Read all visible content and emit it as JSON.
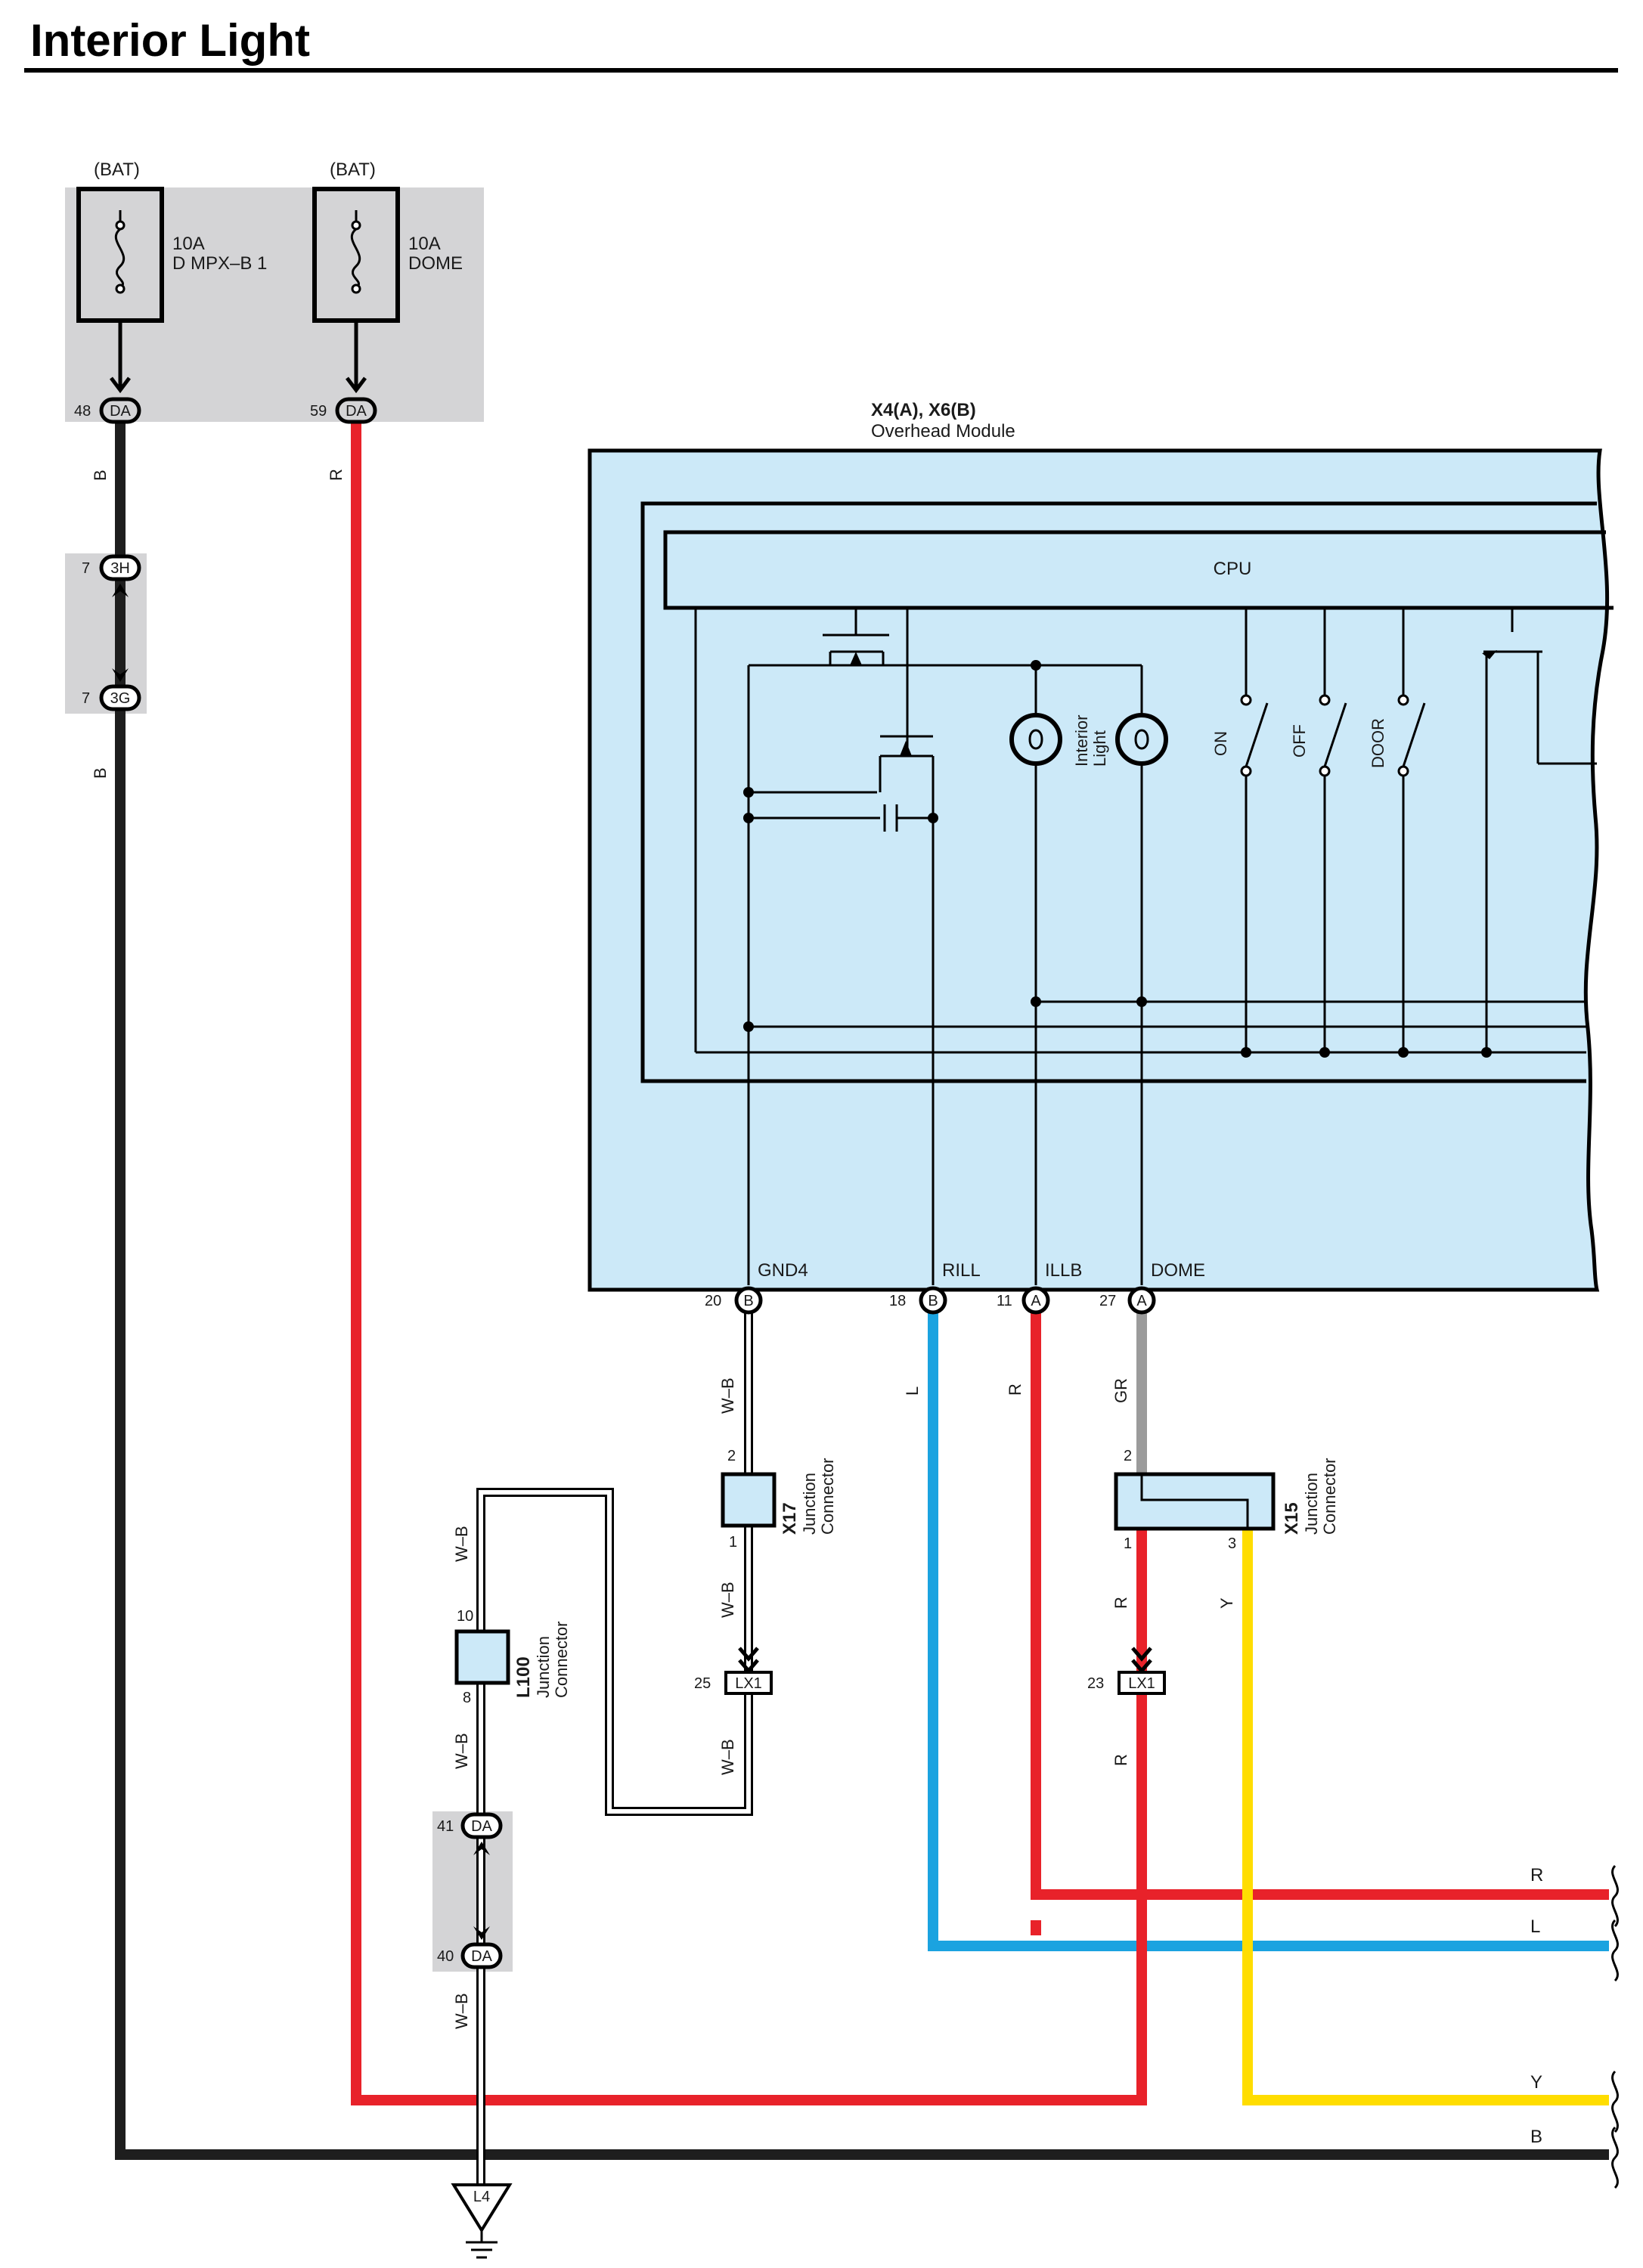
{
  "title": "Interior Light",
  "fuses": [
    {
      "source": "(BAT)",
      "rating": "10A",
      "name": "D MPX–B 1",
      "pin": "48",
      "connector": "DA",
      "wire": "B"
    },
    {
      "source": "(BAT)",
      "rating": "10A",
      "name": "DOME",
      "pin": "59",
      "connector": "DA",
      "wire": "R"
    }
  ],
  "inline_connectors": {
    "c3h": {
      "pin": "7",
      "name": "3H"
    },
    "c3g": {
      "pin": "7",
      "name": "3G"
    },
    "da41": {
      "pin": "41",
      "name": "DA"
    },
    "da40": {
      "pin": "40",
      "name": "DA"
    },
    "lx1_25": {
      "pin": "25",
      "name": "LX1"
    },
    "lx1_23": {
      "pin": "23",
      "name": "LX1"
    }
  },
  "module": {
    "ref": "X4(A), X6(B)",
    "name": "Overhead Module",
    "cpu": "CPU",
    "lamp_label": [
      "Interior",
      "Light"
    ],
    "switches": [
      "ON",
      "OFF",
      "DOOR"
    ],
    "terminals": [
      {
        "name": "GND4",
        "pin": "20",
        "connector": "B",
        "wire": "W–B"
      },
      {
        "name": "RILL",
        "pin": "18",
        "connector": "B",
        "wire": "L"
      },
      {
        "name": "ILLB",
        "pin": "11",
        "connector": "A",
        "wire": "R"
      },
      {
        "name": "DOME",
        "pin": "27",
        "connector": "A",
        "wire": "GR"
      }
    ]
  },
  "junction_connectors": {
    "x17": {
      "ref": "X17",
      "line1": "Junction",
      "line2": "Connector",
      "pins": [
        "2",
        "1"
      ]
    },
    "x15": {
      "ref": "X15",
      "line1": "Junction",
      "line2": "Connector",
      "pins": [
        "2",
        "1",
        "3"
      ]
    },
    "l100": {
      "ref": "L100",
      "line1": "Junction",
      "line2": "Connector",
      "pins": [
        "10",
        "8"
      ]
    }
  },
  "wire_labels": {
    "b_top": "B",
    "b_mid": "B",
    "r_dome": "R",
    "wb_x17_top": "W–B",
    "wb_x17_bot": "W–B",
    "wb_lx1": "W–B",
    "wb_l100_top": "W–B",
    "wb_l100_bot": "W–B",
    "wb_ground": "W–B",
    "l_rill": "L",
    "r_illb": "R",
    "gr_dome": "GR",
    "r_x15": "R",
    "y_x15": "Y",
    "r_lx1": "R"
  },
  "right_bus": [
    "R",
    "L",
    "Y",
    "B"
  ],
  "ground": "L4",
  "colors": {
    "black": "#1e1e1e",
    "red": "#e8222a",
    "blue": "#1ba3e0",
    "yellow": "#ffdd00",
    "gray": "#9b9b9b",
    "module_fill": "#cce9f8",
    "fuse_box": "#d4d4d6"
  }
}
